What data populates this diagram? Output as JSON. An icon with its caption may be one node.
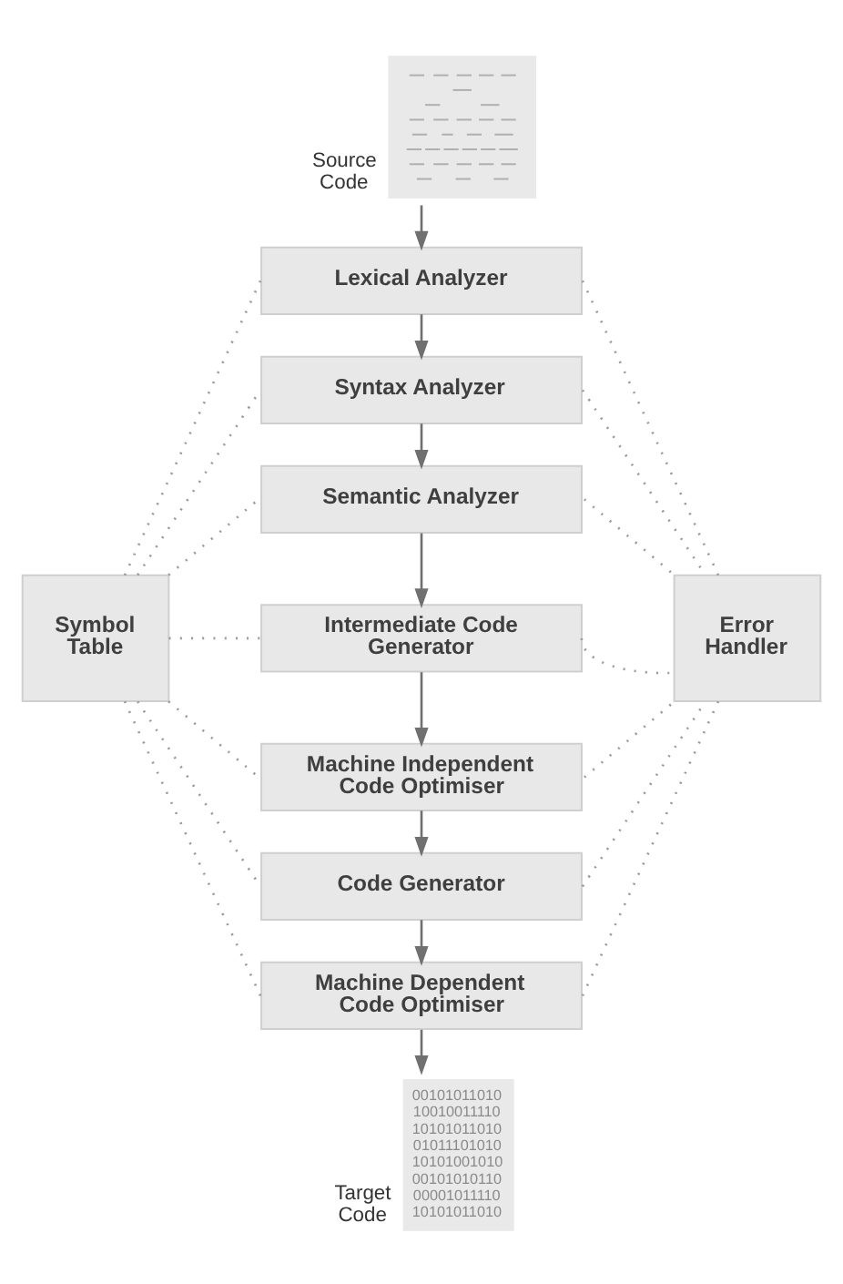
{
  "diagram": {
    "nodes": [
      {
        "text": [
          "Source Code"
        ]
      },
      {
        "text": [
          "Lexical Analyzer"
        ]
      },
      {
        "text": [
          "Syntax Analyzer"
        ]
      },
      {
        "text": [
          "Semantic Analyzer"
        ]
      },
      {
        "text": [
          "Symbol Table"
        ]
      },
      {
        "text": [
          "Intermediate Code Generator"
        ]
      },
      {
        "text": [
          "Error Handler"
        ]
      },
      {
        "text": [
          "Machine Independent Code Optimiser"
        ]
      },
      {
        "text": [
          "Code Generator"
        ]
      },
      {
        "text": [
          "Machine Dependent Code Optimiser"
        ]
      },
      {
        "text": [
          "Target Code",
          "00101011010 10010011110 10101011010 01011101010 10101001010 00101010110 00001011110 10101011010"
        ]
      }
    ],
    "edges": [
      {
        "from": 0,
        "to": 1,
        "arrow": "to",
        "color": "#707070"
      },
      {
        "from": 1,
        "to": 2,
        "arrow": "to",
        "color": "#707070"
      },
      {
        "from": 2,
        "to": 3,
        "arrow": "to",
        "color": "#707070"
      },
      {
        "from": 3,
        "to": 5,
        "arrow": "to",
        "color": "#707070"
      },
      {
        "from": 5,
        "to": 7,
        "arrow": "to",
        "color": "#707070"
      },
      {
        "from": 7,
        "to": 8,
        "arrow": "to",
        "color": "#707070"
      },
      {
        "from": 8,
        "to": 9,
        "arrow": "to",
        "color": "#707070"
      },
      {
        "from": 9,
        "to": 10,
        "arrow": "to",
        "color": "#707070"
      },
      {
        "from": 4,
        "to": 1,
        "arrow": "none",
        "style": "dashed"
      },
      {
        "from": 4,
        "to": 2,
        "arrow": "none",
        "style": "dashed"
      },
      {
        "from": 4,
        "to": 3,
        "arrow": "none",
        "style": "dashed"
      },
      {
        "from": 4,
        "to": 5,
        "arrow": "none",
        "style": "dashed"
      },
      {
        "from": 4,
        "to": 7,
        "arrow": "none",
        "style": "dashed"
      },
      {
        "from": 4,
        "to": 8,
        "arrow": "none",
        "style": "dashed"
      },
      {
        "from": 4,
        "to": 9,
        "arrow": "none",
        "style": "dashed"
      },
      {
        "from": 1,
        "to": 6,
        "arrow": "none",
        "style": "dashed"
      },
      {
        "from": 2,
        "to": 6,
        "arrow": "none",
        "style": "dashed"
      },
      {
        "from": 3,
        "to": 6,
        "arrow": "none",
        "style": "dashed"
      },
      {
        "from": 5,
        "to": 6,
        "arrow": "none",
        "style": "dashed"
      },
      {
        "from": 7,
        "to": 6,
        "arrow": "none",
        "style": "dashed"
      },
      {
        "from": 8,
        "to": 6,
        "arrow": "none",
        "style": "dashed"
      },
      {
        "from": 9,
        "to": 6,
        "arrow": "none",
        "style": "dashed"
      }
    ]
  }
}
